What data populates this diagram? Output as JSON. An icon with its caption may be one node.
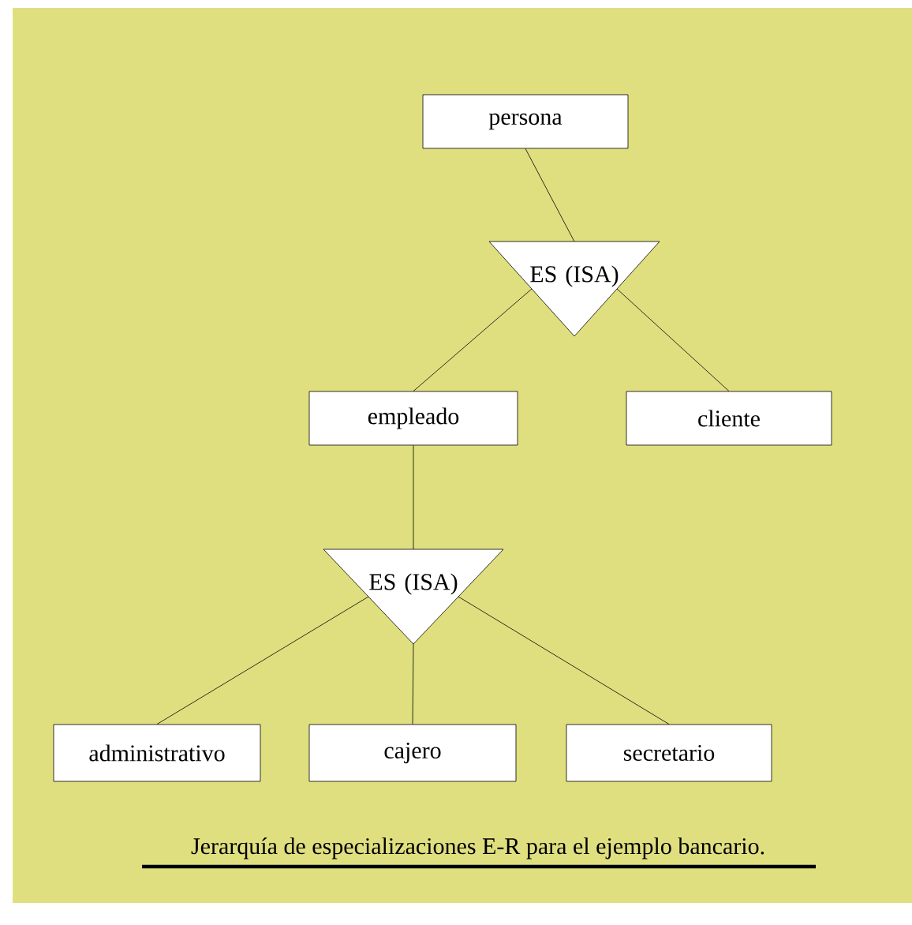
{
  "diagram": {
    "caption": "Jerarquía de especializaciones E-R para el ejemplo bancario.",
    "nodes": [
      {
        "text": [
          "persona"
        ]
      },
      {
        "text": [
          "ES (ISA)"
        ]
      },
      {
        "text": [
          "empleado"
        ]
      },
      {
        "text": [
          "cliente"
        ]
      },
      {
        "text": [
          "ES (ISA)"
        ]
      },
      {
        "text": [
          "administrativo"
        ]
      },
      {
        "text": [
          "cajero"
        ]
      },
      {
        "text": [
          "secretario"
        ]
      }
    ],
    "edges": [
      {
        "from": 0,
        "to": 1,
        "arrow": "none"
      },
      {
        "from": 1,
        "to": 2,
        "arrow": "none"
      },
      {
        "from": 1,
        "to": 3,
        "arrow": "none"
      },
      {
        "from": 2,
        "to": 4,
        "arrow": "none"
      },
      {
        "from": 4,
        "to": 5,
        "arrow": "none"
      },
      {
        "from": 4,
        "to": 6,
        "arrow": "none"
      },
      {
        "from": 4,
        "to": 7,
        "arrow": "none"
      }
    ]
  }
}
